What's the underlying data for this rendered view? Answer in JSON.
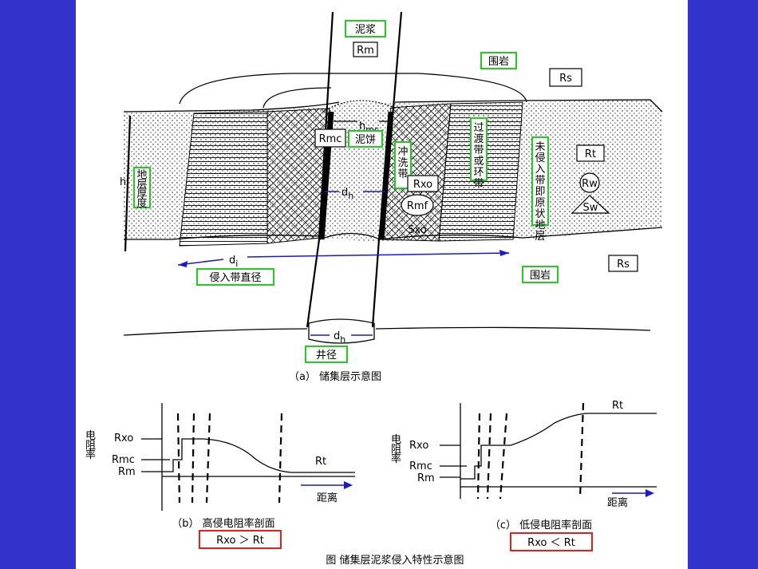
{
  "diagram_a": {
    "labels": {
      "mud": "泥浆",
      "rm": "Rm",
      "surrounding_rock_top": "围岩",
      "rs_top": "Rs",
      "hmc": "h",
      "hmc_sub": "mc",
      "rmc": "Rmc",
      "mudcake": "泥饼",
      "flushed_zone": "冲洗带",
      "rxo": "Rxo",
      "rmf": "Rmf",
      "sxo": "Sxo",
      "dh_inner": "d",
      "dh_inner_sub": "h",
      "transition_zone": "过渡带或环带",
      "uninvaded_zone": "未侵入带即原状地层",
      "rt": "Rt",
      "rw": "Rw",
      "sw": "Sw",
      "h": "h",
      "thickness": "地层厚度",
      "di": "d",
      "di_sub": "i",
      "invasion_diameter": "侵入带直径",
      "surrounding_rock_bottom": "围岩",
      "rs_bottom": "Rs",
      "dh_bottom": "d",
      "dh_bottom_sub": "h",
      "borehole_diameter": "井径"
    },
    "caption": "（a） 储集层示意图"
  },
  "profile_b": {
    "y_axis": "电阻率",
    "rxo": "Rxo",
    "rmc": "Rmc",
    "rm": "Rm",
    "rt": "Rt",
    "x_axis": "距离",
    "caption": "（b） 高侵电阻率剖面",
    "relation": "Rxo ＞ Rt"
  },
  "profile_c": {
    "y_axis": "电阻率",
    "rxo": "Rxo",
    "rmc": "Rmc",
    "rm": "Rm",
    "rt": "Rt",
    "x_axis": "距离",
    "caption": "（c） 低侵电阻率剖面",
    "relation": "Rxo ＜ Rt"
  },
  "figure_caption": "图  储集层泥浆侵入特性示意图"
}
